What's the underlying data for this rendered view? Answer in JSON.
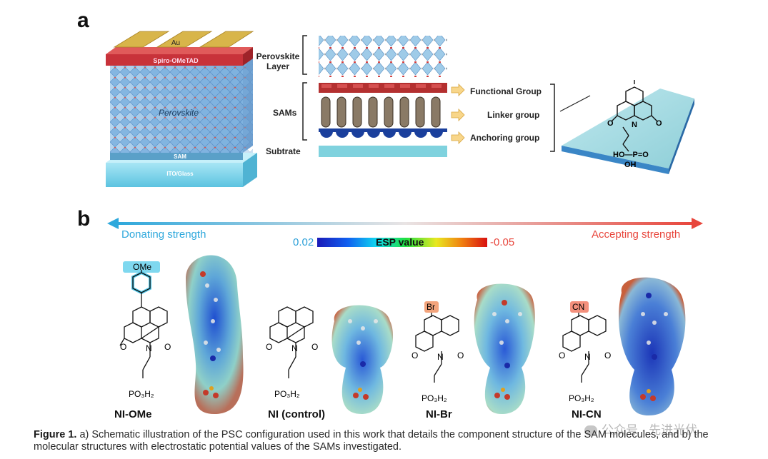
{
  "panels": {
    "a": {
      "label": "a",
      "stack_layers": [
        "Au",
        "Spiro-OMeTAD",
        "Perovskite",
        "SAM",
        "ITO/Glass"
      ],
      "middle_labels": {
        "perovskite": "Perovskite\nLayer",
        "sams": "SAMs",
        "substrate": "Subtrate"
      },
      "group_labels": [
        "Functional Group",
        "Linker group",
        "Anchoring group"
      ],
      "chem_text": {
        "ho_p": "HO—P=O",
        "oh": "OH",
        "o1": "O",
        "o2": "O",
        "n": "N"
      }
    },
    "b": {
      "label": "b",
      "donating_label": "Donating strength",
      "accepting_label": "Accepting strength",
      "esp_min": "0.02",
      "esp_title": "ESP value",
      "esp_max": "-0.05",
      "molecules": [
        {
          "name": "NI-OMe",
          "substituent": "OMe",
          "tag_color": "#7fd8ef"
        },
        {
          "name": "NI (control)",
          "substituent": "",
          "tag_color": ""
        },
        {
          "name": "NI-Br",
          "substituent": "Br",
          "tag_color": "#f3a47c"
        },
        {
          "name": "NI-CN",
          "substituent": "CN",
          "tag_color": "#f3907c"
        }
      ],
      "chem_text": {
        "o": "O",
        "n": "N",
        "po3h2": "PO₃H₂"
      }
    }
  },
  "caption": {
    "figure_label": "Figure 1.",
    "text": "a) Schematic illustration of the PSC configuration used in this work that details the component structure of the SAM molecules, and b) the molecular structures with electrostatic potential values of the SAMs investigated."
  },
  "watermark": "公众号 · 先进光伏",
  "colors": {
    "donating": "#2ea8dc",
    "accepting": "#e8463c",
    "perovskite": "#8fc3e6",
    "spiro": "#c8323a",
    "au": "#c9a53a",
    "ito": "#7fd2ea"
  }
}
